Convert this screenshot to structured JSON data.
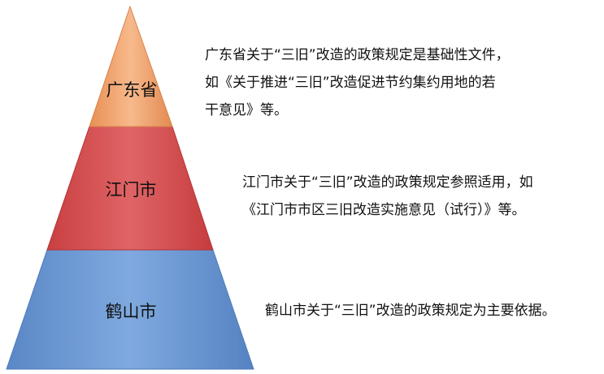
{
  "diagram": {
    "tiers": [
      {
        "label": "广东省",
        "color": "#F2A775",
        "description_lines": [
          "广东省关于“三旧”改造的政策规定是基础性文件，",
          "如《关于推进“三旧”改造促进节约集约用地的若",
          "干意见》等。"
        ]
      },
      {
        "label": "江门市",
        "color": "#D95455",
        "description_lines": [
          "江门市关于“三旧”改造的政策规定参照适用，如",
          "《江门市市区三旧改造实施意见（试行）》等。"
        ]
      },
      {
        "label": "鹤山市",
        "color": "#6E9BD6",
        "description_lines": [
          "鹤山市关于“三旧”改造的政策规定为主要依据。"
        ]
      }
    ]
  }
}
